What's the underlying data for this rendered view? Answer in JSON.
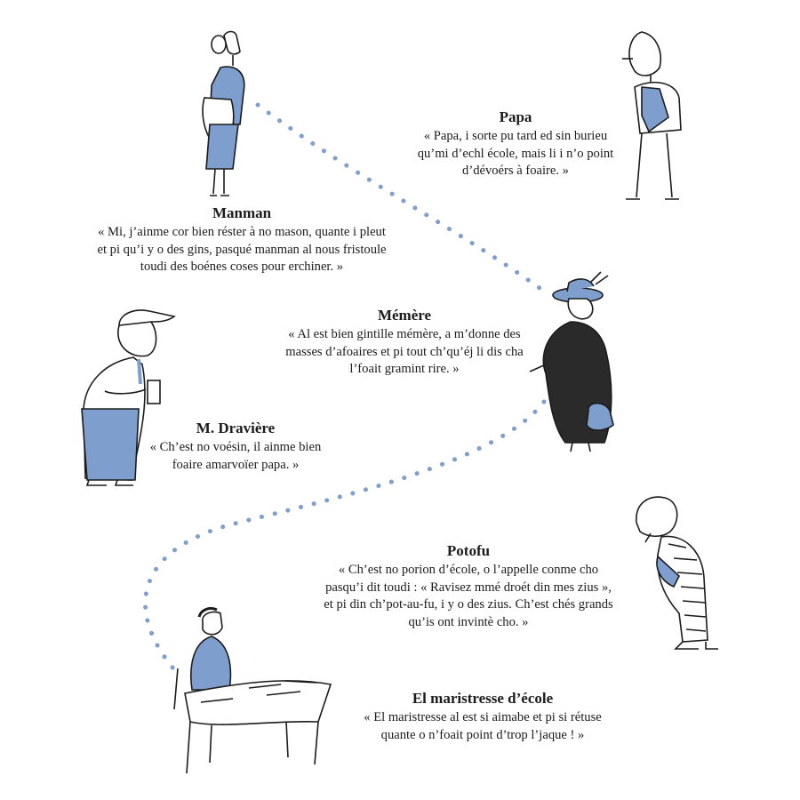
{
  "colors": {
    "accent_blue": "#7e9fcd",
    "ink": "#1b1b1b",
    "background": "#ffffff"
  },
  "characters": [
    {
      "id": "papa",
      "name": "Papa",
      "lines": [
        "« Papa, i sorte pu tard ed sin burieu",
        "qu’mi d’echl école, mais li i n’o point",
        "d’dévoérs à foaire. »"
      ]
    },
    {
      "id": "manman",
      "name": "Manman",
      "lines": [
        "« Mi, j’ainme cor bien réster à no mason, quante i pleut",
        "et pi qu’i y o des gins, pasqué manman al nous fristoule",
        "toudi des boénes coses pour erchiner. »"
      ]
    },
    {
      "id": "memere",
      "name": "Mémère",
      "lines": [
        "« Al est bien gintille mémère, a m’donne des",
        "masses d’afoaires et pi tout ch’qu’éj li dis cha",
        "l’foait gramint rire. »"
      ]
    },
    {
      "id": "draviere",
      "name": "M. Dravière",
      "lines": [
        "« Ch’est no voésin, il ainme bien",
        "foaire amarvoïer papa. »"
      ]
    },
    {
      "id": "potofu",
      "name": "Potofu",
      "lines": [
        "« Ch’est no porion d’école, o l’appelle conme cho",
        "pasqu’i dit toudi : « Ravisez mmé droét din mes zius »,",
        "et pi din ch’pot-au-fu, i y o des zius. Ch’est chés grands",
        "qu’is ont invintè cho. »"
      ]
    },
    {
      "id": "maitresse",
      "name": "El maristresse d’école",
      "lines": [
        "« El maristresse al est si aimabe et pi si rétuse",
        "quante o n’foait point d’trop l’jaque ! »"
      ]
    }
  ]
}
